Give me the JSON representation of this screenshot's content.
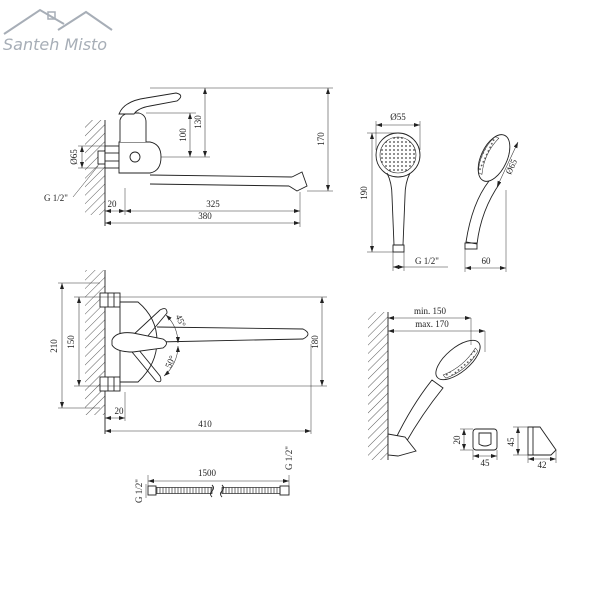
{
  "logo": {
    "text": "Santeh Misto"
  },
  "side_view": {
    "nut_diameter": "Ø65",
    "thread": "G 1/2\"",
    "wall_offset": "20",
    "spout_reach": "325",
    "total_length": "380",
    "height_a": "100",
    "height_b": "130",
    "height_c": "170"
  },
  "shower_front": {
    "head_diameter": "Ø55",
    "length": "190",
    "thread": "G 1/2\""
  },
  "shower_side": {
    "head_diameter": "Ø65",
    "depth": "60"
  },
  "top_view": {
    "outer_height": "210",
    "inner_height": "150",
    "lever_up_angle": "45°",
    "lever_down_angle": "50°",
    "spout_height": "180",
    "wall_offset": "20",
    "total_length": "410"
  },
  "holder_mounted": {
    "min_distance": "min. 150",
    "max_distance": "max. 170"
  },
  "holder_front": {
    "height": "20",
    "width": "45"
  },
  "holder_side": {
    "height": "45",
    "depth": "42"
  },
  "hose": {
    "length": "1500",
    "thread_left": "G 1/2\"",
    "thread_right": "G 1/2\""
  }
}
